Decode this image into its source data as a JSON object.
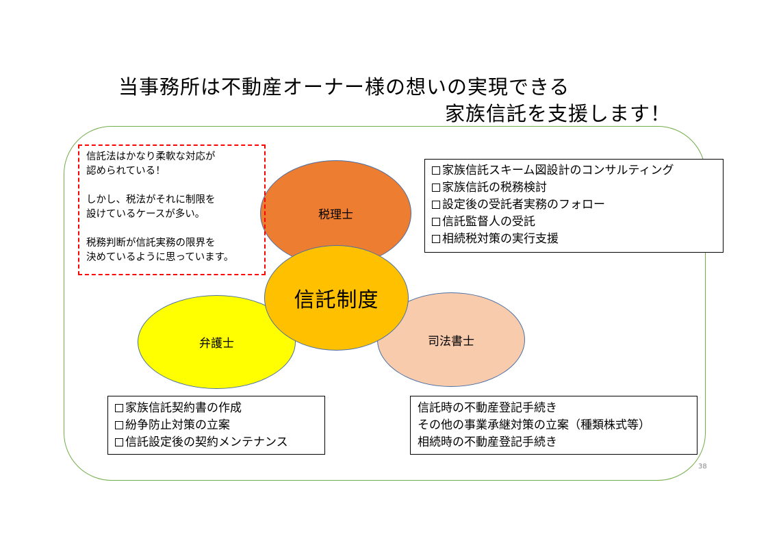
{
  "title": {
    "line1": "当事務所は不動産オーナー様の想いの実現できる",
    "line2": "家族信託を支援します！"
  },
  "note": {
    "lines": [
      "信託法はかなり柔軟な対応が",
      "認められている！",
      "",
      "しかし、税法がそれに制限を",
      "設けているケースが多い。",
      "",
      "税務判断が信託実務の限界を",
      "決めているように思っています。"
    ]
  },
  "circles": {
    "tax": "税理士",
    "lawyer": "弁護士",
    "judicial": "司法書士",
    "trust": "信託制度"
  },
  "tax_services": [
    "家族信託スキーム図設計のコンサルティング",
    "家族信託の税務検討",
    "設定後の受託者実務のフォロー",
    "信託監督人の受託",
    "相続税対策の実行支援"
  ],
  "lawyer_services": [
    "家族信託契約書の作成",
    "紛争防止対策の立案",
    "信託設定後の契約メンテナンス"
  ],
  "judicial_services": [
    "信託時の不動産登記手続き",
    "その他の事業承継対策の立案（種類株式等）",
    "相続時の不動産登記手続き"
  ],
  "page_number": "38",
  "colors": {
    "frame": "#70ad47",
    "tax_circle": "#ed7d31",
    "lawyer_circle": "#ffff00",
    "judicial_circle": "#f8cbad",
    "trust_circle": "#ffc000",
    "note_border": "#ff0000"
  }
}
